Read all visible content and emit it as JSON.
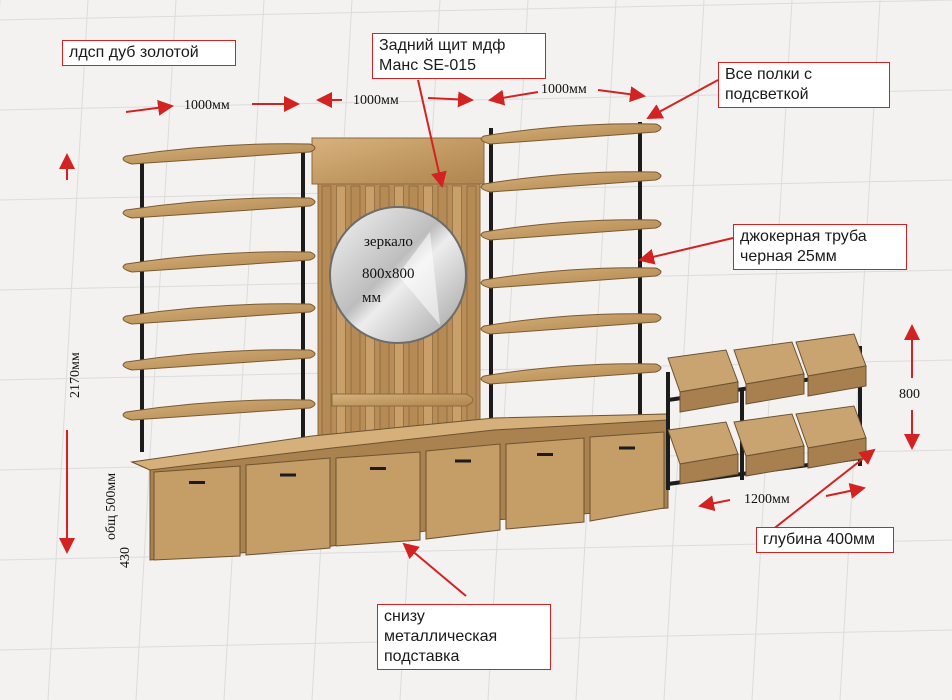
{
  "notes": {
    "material": "лдсп дуб золотой",
    "back_panel": "Задний щит мдф\nМанс SE-015",
    "shelves": "Все полки с\nподсветкой",
    "pipe": "джокерная труба\nчерная 25мм",
    "depth": "глубина 400мм",
    "stand": "снизу\nметаллическая\nподставка"
  },
  "dimensions": {
    "width_left": "1000мм",
    "width_center": "1000мм",
    "width_right": "1000мм",
    "height_total": "2170мм",
    "base_total": "общ 500мм",
    "base_cabinet": "430",
    "rack_height": "800",
    "rack_width": "1200мм"
  },
  "mirror": {
    "line1": "зеркало",
    "line2": "800х800",
    "line3": "мм"
  },
  "colors": {
    "annotation": "#d32222",
    "wood": "#c9a574",
    "metal": "#1c1c1c"
  }
}
